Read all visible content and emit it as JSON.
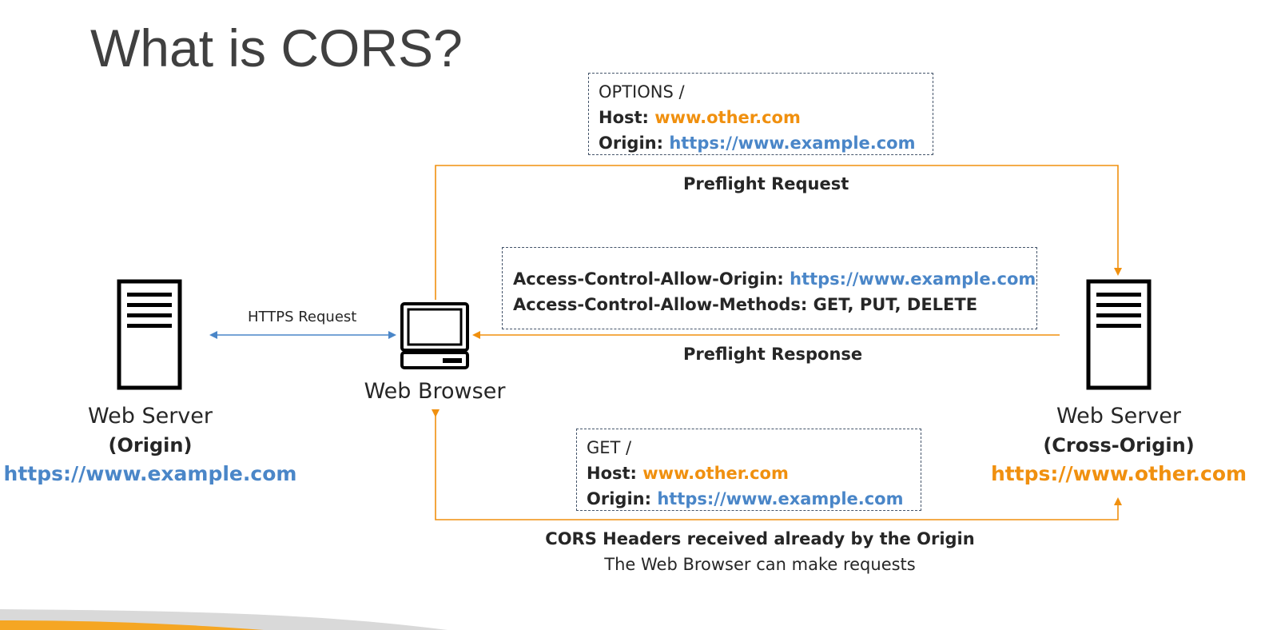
{
  "title": "What is CORS?",
  "origin_server": {
    "name": "Web Server",
    "role": "(Origin)",
    "url": "https://www.example.com"
  },
  "browser": {
    "name": "Web Browser"
  },
  "cross_server": {
    "name": "Web Server",
    "role": "(Cross-Origin)",
    "url": "https://www.other.com"
  },
  "https_request": {
    "label": "HTTPS Request"
  },
  "preflight_request": {
    "label": "Preflight Request",
    "line1": "OPTIONS /",
    "host_key": "Host:",
    "host_value": "www.other.com",
    "origin_key": "Origin:",
    "origin_value": "https://www.example.com"
  },
  "preflight_response": {
    "label": "Preflight Response",
    "allow_origin_key": "Access-Control-Allow-Origin:",
    "allow_origin_value": "https://www.example.com",
    "allow_methods": "Access-Control-Allow-Methods: GET, PUT, DELETE"
  },
  "get_request": {
    "line1": "GET /",
    "host_key": "Host:",
    "host_value": "www.other.com",
    "origin_key": "Origin:",
    "origin_value": "https://www.example.com",
    "caption_bold": "CORS Headers received already by the Origin",
    "caption": "The Web Browser can make requests"
  },
  "colors": {
    "orange": "#f0900f",
    "blue": "#4a86c8",
    "box_border": "#44546a",
    "text": "#262626"
  }
}
